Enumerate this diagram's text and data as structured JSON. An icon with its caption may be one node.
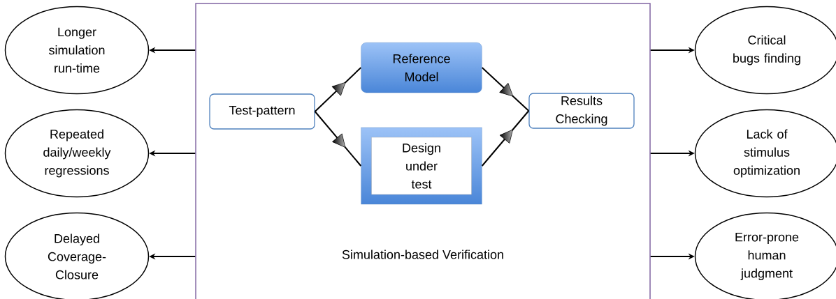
{
  "diagram": {
    "nodes": [
      {
        "text": [
          "Simulation-based Verification"
        ]
      },
      {
        "text": [
          "Test-pattern"
        ],
        "in": 0
      },
      {
        "text": [
          "Reference Model"
        ],
        "in": 0
      },
      {
        "text": [
          "Design under test"
        ],
        "in": 0
      },
      {
        "text": [
          "Results Checking"
        ],
        "in": 0
      },
      {
        "text": [
          "Longer simulation run-time"
        ]
      },
      {
        "text": [
          "Repeated daily/weekly regressions"
        ]
      },
      {
        "text": [
          "Delayed Coverage-Closure"
        ]
      },
      {
        "text": [
          "Critical bugs finding"
        ]
      },
      {
        "text": [
          "Lack of stimulus optimization"
        ]
      },
      {
        "text": [
          "Error-prone human judgment"
        ]
      }
    ],
    "edges": [
      {
        "from": 1,
        "to": 2,
        "arrow": "to"
      },
      {
        "from": 1,
        "to": 3,
        "arrow": "to"
      },
      {
        "from": 2,
        "to": 4,
        "arrow": "to"
      },
      {
        "from": 3,
        "to": 4,
        "arrow": "to"
      },
      {
        "from": 0,
        "to": 5,
        "arrow": "to"
      },
      {
        "from": 0,
        "to": 6,
        "arrow": "to"
      },
      {
        "from": 0,
        "to": 7,
        "arrow": "to"
      },
      {
        "from": 0,
        "to": 8,
        "arrow": "to"
      },
      {
        "from": 0,
        "to": 9,
        "arrow": "to"
      },
      {
        "from": 0,
        "to": 10,
        "arrow": "to"
      }
    ]
  }
}
